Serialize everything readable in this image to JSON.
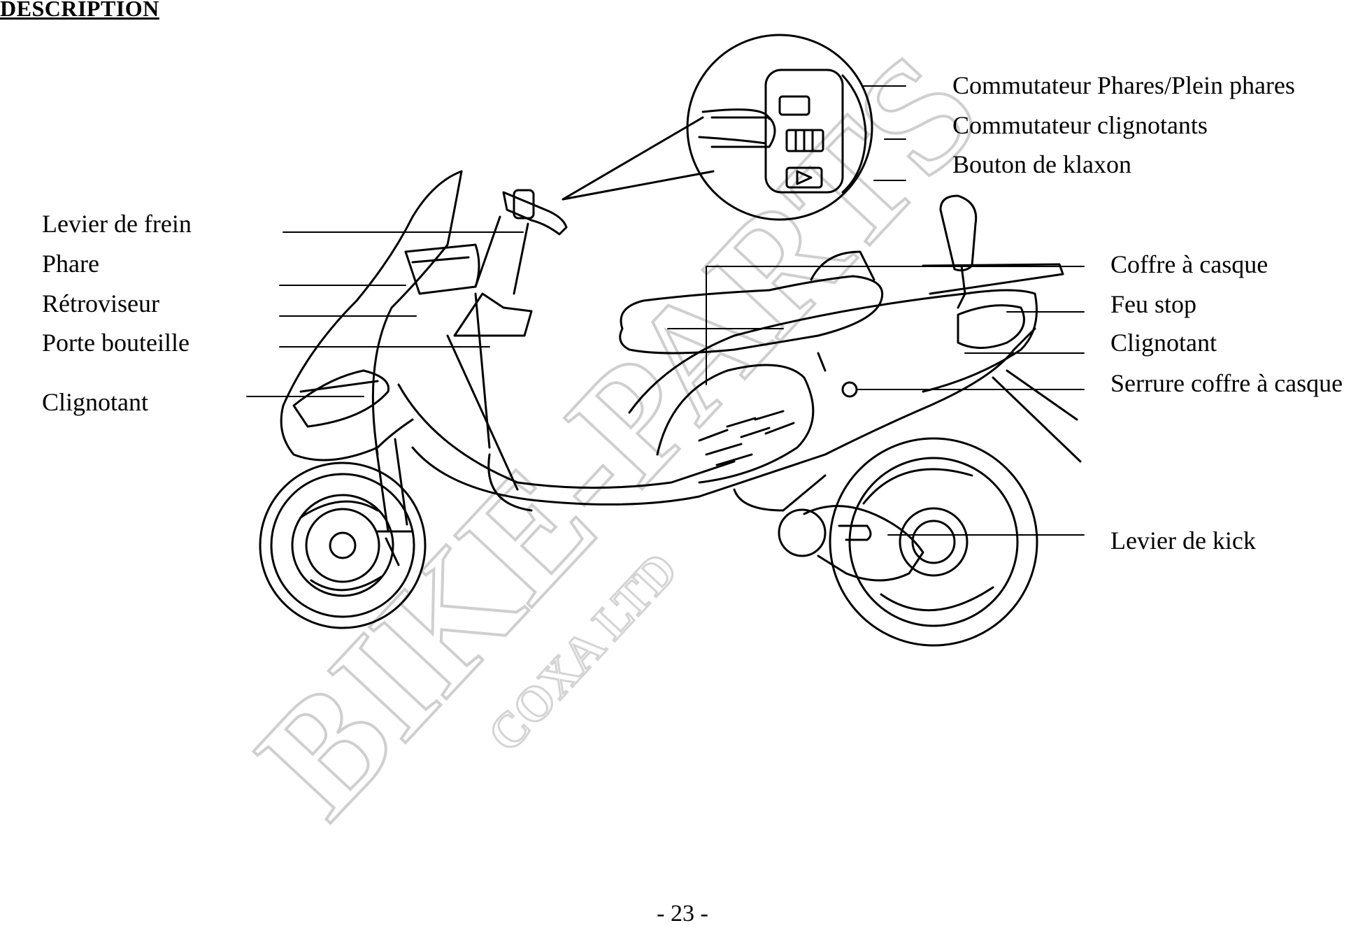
{
  "heading": "DESCRIPTION",
  "page_number": "- 23 -",
  "watermark": {
    "main": "BIKE-PARTS",
    "sub": "COXA LTD",
    "color": "#d9d9d9"
  },
  "labels": {
    "commutateur_phares": "Commutateur Phares/Plein phares",
    "commutateur_clignotants": "Commutateur clignotants",
    "bouton_klaxon": "Bouton de klaxon",
    "levier_frein": "Levier de frein",
    "phare": "Phare",
    "retroviseur": "Rétroviseur",
    "porte_bouteille": "Porte bouteille",
    "clignotant_avant": "Clignotant",
    "coffre_casque": "Coffre à casque",
    "feu_stop": "Feu stop",
    "clignotant_arriere": "Clignotant",
    "serrure_coffre": "Serrure coffre à casque",
    "levier_kick": "Levier de kick"
  }
}
